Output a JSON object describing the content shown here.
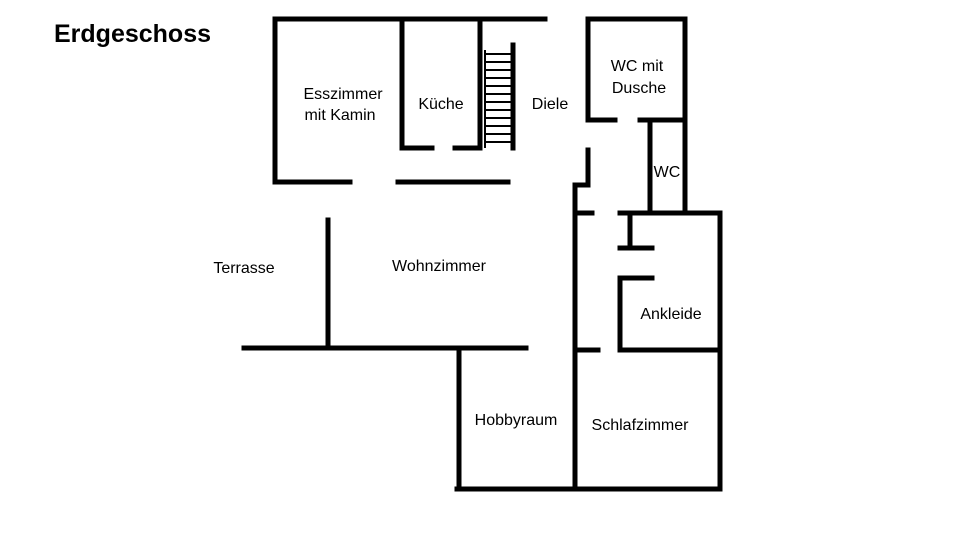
{
  "title": "Erdgeschoss",
  "rooms": {
    "esszimmer": [
      "Esszimmer",
      "mit Kamin"
    ],
    "kueche": "Küche",
    "diele": "Diele",
    "wc_dusche": [
      "WC mit",
      "Dusche"
    ],
    "wc": "WC",
    "terrasse": "Terrasse",
    "wohnzimmer": "Wohnzimmer",
    "ankleide": "Ankleide",
    "hobbyraum": "Hobbyraum",
    "schlafzimmer": "Schlafzimmer"
  }
}
